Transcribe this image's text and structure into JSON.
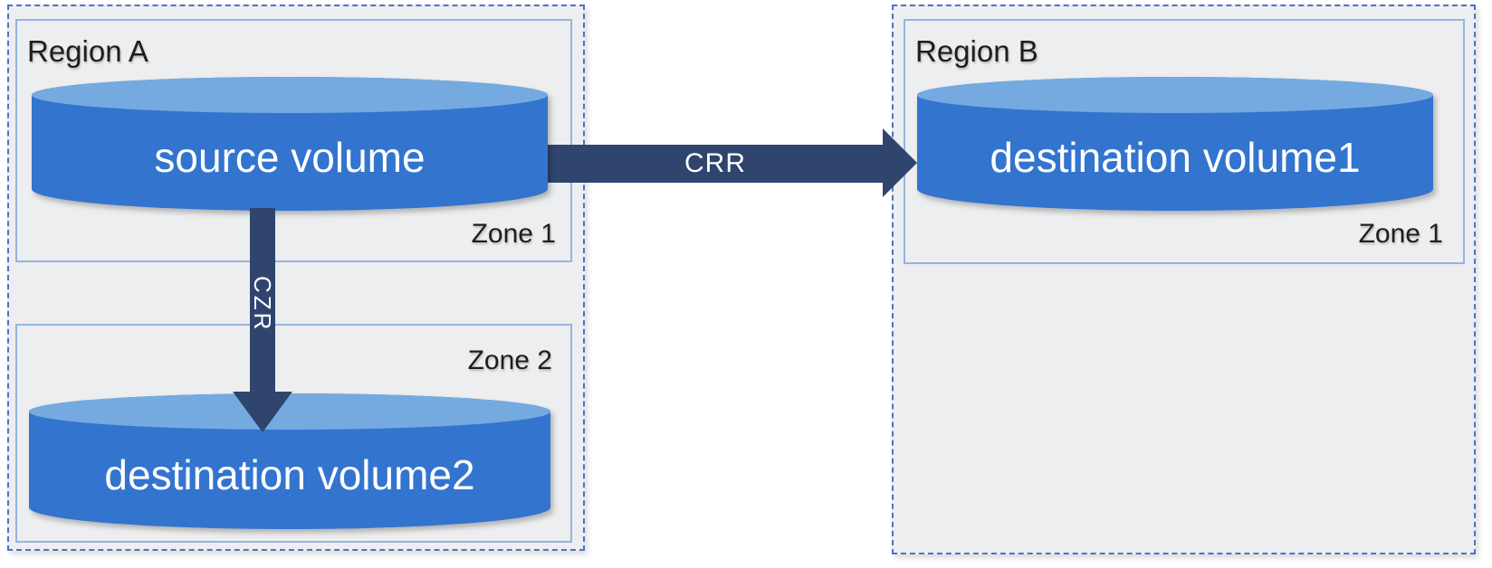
{
  "regions": [
    {
      "label": "Region A",
      "zones": [
        {
          "label": "Zone 1",
          "volume": {
            "label": "source volume"
          }
        },
        {
          "label": "Zone 2",
          "volume": {
            "label": "destination volume2"
          }
        }
      ]
    },
    {
      "label": "Region B",
      "zones": [
        {
          "label": "Zone 1",
          "volume": {
            "label": "destination volume1"
          }
        }
      ]
    }
  ],
  "arrows": [
    {
      "label": "CRR",
      "orientation": "horizontal",
      "from": "source volume",
      "to": "destination volume1"
    },
    {
      "label": "CZR",
      "orientation": "vertical",
      "from": "source volume",
      "to": "destination volume2"
    }
  ],
  "colors": {
    "region-fill": "#edeeef",
    "region-border": "#4477c9",
    "zone-border": "#93b5e0",
    "cyl-body": "#3374cf",
    "cyl-top": "#74aadf",
    "arrow": "#2f456e",
    "label-text": "#1d1d1f",
    "volume-text": "#ffffff"
  }
}
